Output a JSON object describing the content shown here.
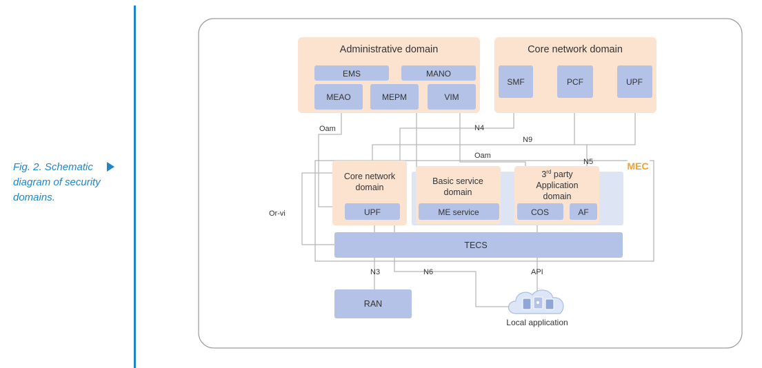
{
  "caption": "Fig. 2. Schematic diagram of security domains.",
  "colors": {
    "accent": "#1f86c8",
    "domain_bg": "#fbe3d0",
    "box_bg": "#b3c2e6",
    "mec_label": "#f0a030",
    "mec_inner": "#dde4f4"
  },
  "admin_domain": {
    "title": "Administrative domain",
    "ems": "EMS",
    "mano": "MANO",
    "meao": "MEAO",
    "mepm": "MEPM",
    "vim": "VIM"
  },
  "core_top": {
    "title": "Core network domain",
    "smf": "SMF",
    "pcf": "PCF",
    "upf": "UPF"
  },
  "mec": {
    "label": "MEC",
    "core": {
      "title_line1": "Core network",
      "title_line2": "domain",
      "upf": "UPF"
    },
    "basic": {
      "title_line1": "Basic service",
      "title_line2": "domain",
      "me_service": "ME service"
    },
    "third": {
      "title_sup": "rd",
      "title_line1_num": "3",
      "title_line1_rest": " party",
      "title_line2": "Application",
      "title_line3": "domain",
      "cos": "COS",
      "af": "AF"
    },
    "tecs": "TECS"
  },
  "ran": "RAN",
  "local_app": "Local application",
  "links": {
    "oam1": "Oam",
    "n4": "N4",
    "n9": "N9",
    "oam2": "Oam",
    "n5": "N5",
    "orvi": "Or-vi",
    "n3": "N3",
    "n6": "N6",
    "api": "API"
  },
  "icons": {
    "cloud": "cloud-icon"
  }
}
